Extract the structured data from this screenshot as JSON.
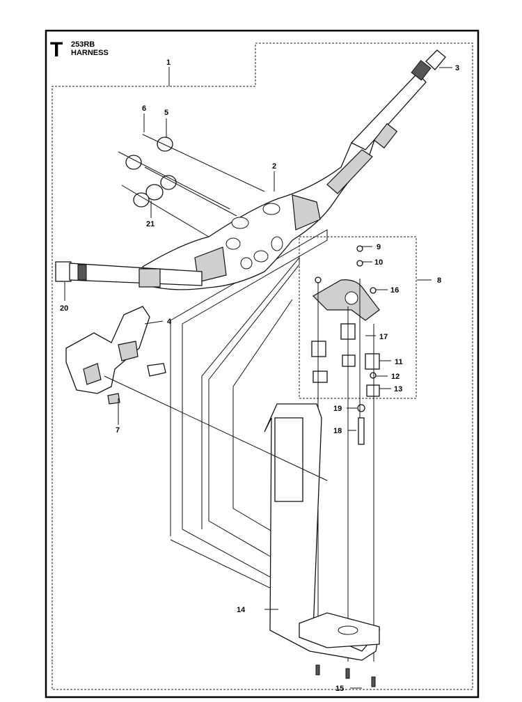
{
  "header": {
    "section_letter": "T",
    "model": "253RB",
    "title": "HARNESS"
  },
  "callouts": [
    "1",
    "2",
    "3",
    "4",
    "5",
    "6",
    "7",
    "8",
    "9",
    "10",
    "11",
    "12",
    "13",
    "14",
    "15",
    "16",
    "17",
    "18",
    "19",
    "20",
    "21"
  ]
}
